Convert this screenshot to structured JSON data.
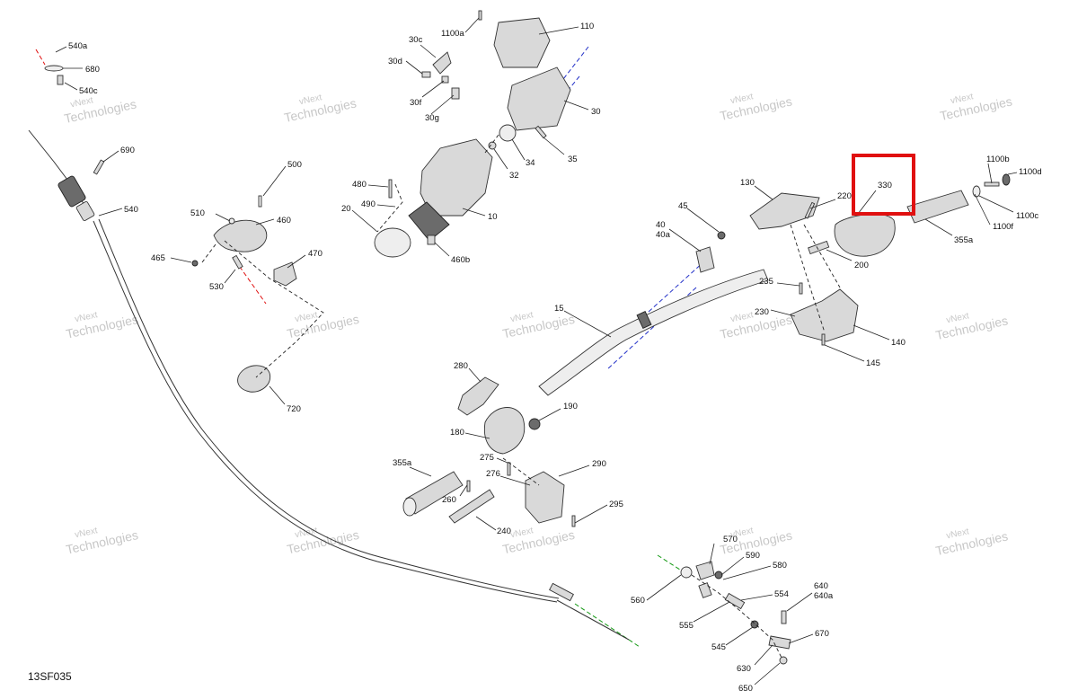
{
  "document_code": "13SF035",
  "watermark": {
    "line1": "vNext",
    "line2": "Technologies",
    "combined": "vNext Technologies"
  },
  "highlight": {
    "label": "330",
    "color": "#e01010"
  },
  "colors": {
    "axis_blue": "#2230c8",
    "axis_red": "#e01010",
    "axis_green": "#159a15"
  },
  "labels": {
    "p540a": "540a",
    "p680": "680",
    "p540c": "540c",
    "p690": "690",
    "p540": "540",
    "p500": "500",
    "p510": "510",
    "p460": "460",
    "p465": "465",
    "p470": "470",
    "p530": "530",
    "p720": "720",
    "p480": "480",
    "p490": "490",
    "p20": "20",
    "p460b": "460b",
    "p10": "10",
    "p30c": "30c",
    "p30d": "30d",
    "p30f": "30f",
    "p30g": "30g",
    "p1100a": "1100a",
    "p110": "110",
    "p30": "30",
    "p32": "32",
    "p34": "34",
    "p35": "35",
    "p45": "45",
    "p40": "40",
    "p40a": "40a",
    "p130": "130",
    "p220": "220",
    "p330": "330",
    "p1100b": "1100b",
    "p1100d": "1100d",
    "p1100c": "1100c",
    "p1100f": "1100f",
    "p355a": "355a",
    "p200": "200",
    "p235": "235",
    "p230": "230",
    "p140": "140",
    "p145": "145",
    "p15": "15",
    "p280": "280",
    "p190": "190",
    "p180": "180",
    "p275": "275",
    "p276": "276",
    "p290": "290",
    "p355a_b": "355a",
    "p260": "260",
    "p240": "240",
    "p295": "295",
    "p570": "570",
    "p590": "590",
    "p580": "580",
    "p560": "560",
    "p554": "554",
    "p555": "555",
    "p640": "640",
    "p640a": "640a",
    "p545": "545",
    "p670": "670",
    "p630": "630",
    "p650": "650"
  }
}
